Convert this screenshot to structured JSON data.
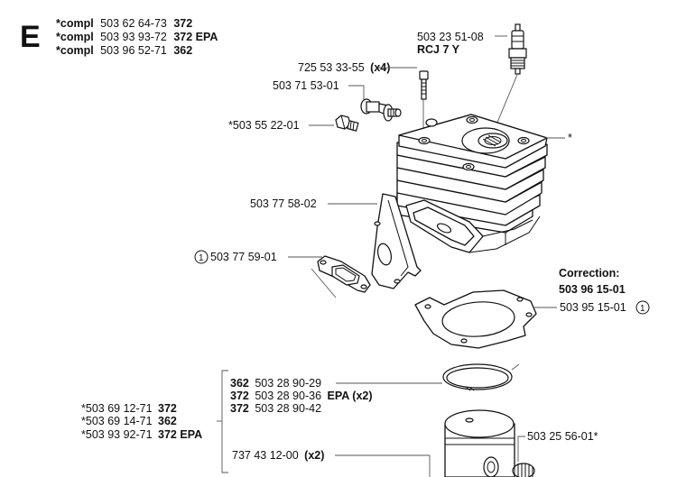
{
  "section": "E",
  "header_lines": [
    {
      "prefix": "*compl",
      "number": "503 62 64-73",
      "suffix": "372"
    },
    {
      "prefix": "*compl",
      "number": "503 93 93-72",
      "suffix": "372 EPA"
    },
    {
      "prefix": "*compl",
      "number": "503 96 52-71",
      "suffix": "362"
    }
  ],
  "labels": {
    "spark_plug_number": "503 23 51-08",
    "spark_plug_type": "RCJ 7 Y",
    "screw_number": "725 53 33-55",
    "screw_qty": "(x4)",
    "decomp_valve": "503 71 53-01",
    "valve_plug": "*503 55 22-01",
    "cylinder_star": "*",
    "plate": "503 77 58-02",
    "gasket_intake_ref": "1",
    "gasket_intake": "503 77 59-01",
    "correction_title": "Correction:",
    "correction_number": "503 96 15-01",
    "base_gasket": "503 95 15-01",
    "base_gasket_ref": "1",
    "ring_362_model": "362",
    "ring_362": "503 28 90-29",
    "ring_372_model": "372",
    "ring_372": "503 28 90-36",
    "ring_372_suffix": "EPA (x2)",
    "ring_372b_model": "372",
    "ring_372b": "503 28 90-42",
    "piston_1": "*503 69 12-71",
    "piston_1_model": "372",
    "piston_2": "*503 69 14-71",
    "piston_2_model": "362",
    "piston_3": "*503 93 92-71",
    "piston_3_model": "372 EPA",
    "circlip": "737 43 12-00",
    "circlip_qty": "(x2)",
    "bearing": "503 25 56-01*"
  }
}
